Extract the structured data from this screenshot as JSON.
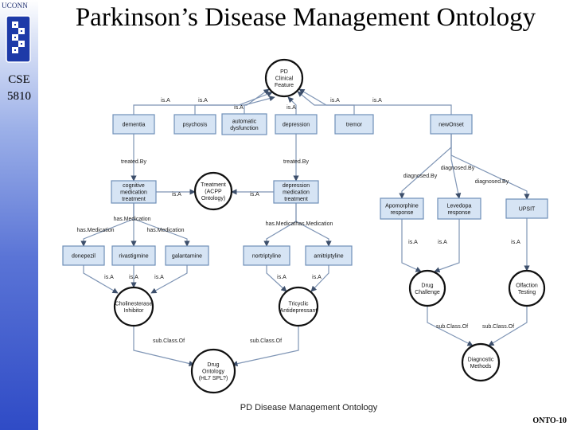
{
  "slide": {
    "title": "Parkinson’s Disease Management Ontology",
    "university": "UCONN",
    "course_line1": "CSE",
    "course_line2": "5810",
    "footer": "ONTO-10"
  },
  "diagram": {
    "caption": "PD Disease Management Ontology",
    "nodes": {
      "pd_feature": [
        "PD",
        "Clinical",
        "Feature"
      ],
      "dementia": [
        "dementia"
      ],
      "psychosis": [
        "psychosis"
      ],
      "autonomic": [
        "automatic",
        "dysfunction"
      ],
      "depression": [
        "depression"
      ],
      "tremor": [
        "tremor"
      ],
      "newonset": [
        "newOnset"
      ],
      "treatment": [
        "Treatment",
        "(ACPP",
        "Ontology)"
      ],
      "cog_tx": [
        "cognitive",
        "medication",
        "treatment"
      ],
      "dep_tx": [
        "depression",
        "medication",
        "treatment"
      ],
      "apomorphine": [
        "Apomorphine",
        "response"
      ],
      "levodopa": [
        "Levedopa",
        "response"
      ],
      "upsit": [
        "UPSIT"
      ],
      "donepezil": [
        "donepezil"
      ],
      "rivastigmine": [
        "rivastigmine"
      ],
      "galantamine": [
        "galantamine"
      ],
      "nortriptyline": [
        "nortriptyline"
      ],
      "amitriptyline": [
        "amitriptyline"
      ],
      "cholinesterase": [
        "Cholinesterase",
        "Inhibitor"
      ],
      "tricyclic": [
        "Tricyclic",
        "Antidepressant"
      ],
      "drug_challenge": [
        "Drug",
        "Challenge"
      ],
      "olfaction": [
        "Olfaction",
        "Testing"
      ],
      "drug_ontology": [
        "Drug",
        "Ontology",
        "(HL7 SPL?)"
      ],
      "diagnostic": [
        "Diagnostic",
        "Methods"
      ]
    },
    "edge_labels": {
      "isA": "is.A",
      "treatedBy": "treated.By",
      "diagnosedBy": "diagnosed.By",
      "hasMedication": "has.Medication",
      "hasMedicationPair": "has.Medicathas.Medication",
      "subClassOf": "sub.Class.Of"
    },
    "colors": {
      "box_fill": "#d6e4f4",
      "box_stroke": "#6f8fb8",
      "circle_fill": "#ffffff",
      "circle_stroke": "#111111",
      "edge": "#7f95b5"
    }
  }
}
